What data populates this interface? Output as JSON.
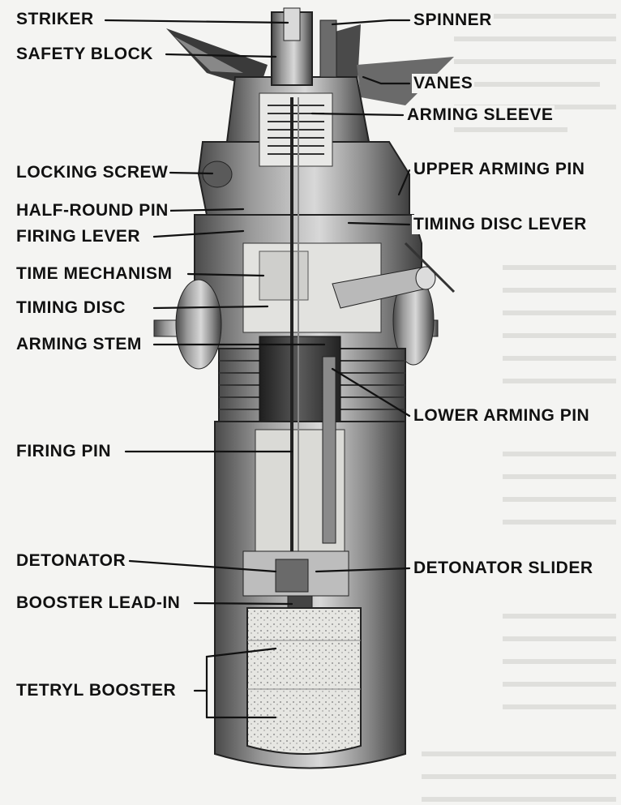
{
  "labels": {
    "left": [
      "STRIKER",
      "SAFETY BLOCK",
      "LOCKING SCREW",
      "HALF-ROUND PIN",
      "FIRING LEVER",
      "TIME MECHANISM",
      "TIMING DISC",
      "ARMING STEM",
      "FIRING PIN",
      "DETONATOR",
      "BOOSTER LEAD-IN",
      "TETRYL BOOSTER"
    ],
    "right": [
      "SPINNER",
      "VANES",
      "ARMING SLEEVE",
      "UPPER ARMING PIN",
      "TIMING DISC LEVER",
      "LOWER ARMING PIN",
      "DETONATOR SLIDER"
    ]
  },
  "colors": {
    "ink": "#111111",
    "metal_dark": "#3a3a3a",
    "metal_mid": "#7b7b7b",
    "metal_light": "#c9c9c9",
    "paper": "#f4f4f2"
  }
}
